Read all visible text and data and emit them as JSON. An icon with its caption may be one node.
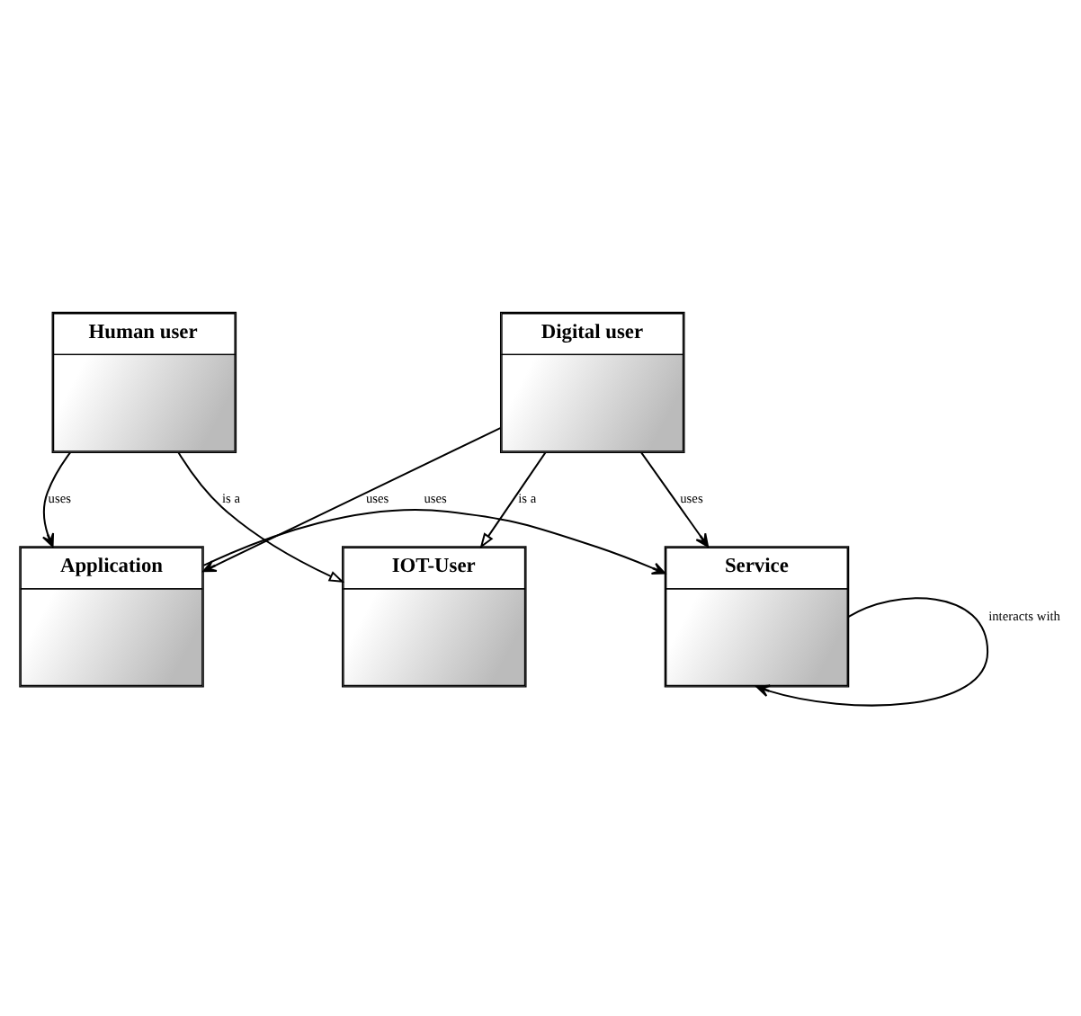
{
  "diagram": {
    "nodes": [
      {
        "text": [
          "IOT-User"
        ]
      },
      {
        "text": [
          "Digital user"
        ]
      },
      {
        "text": [
          "Human user"
        ]
      },
      {
        "text": [
          "Service"
        ]
      },
      {
        "text": [
          "Application"
        ]
      }
    ],
    "edges": [
      {
        "from": 1,
        "to": 0,
        "arrow": "to",
        "label": "is a"
      },
      {
        "from": 2,
        "to": 0,
        "arrow": "to",
        "label": "is a"
      },
      {
        "from": 1,
        "to": 3,
        "arrow": "to",
        "label": "uses"
      },
      {
        "from": 1,
        "to": 4,
        "arrow": "to",
        "label": "uses"
      },
      {
        "from": 2,
        "to": 4,
        "arrow": "to",
        "label": "uses"
      },
      {
        "from": 4,
        "to": 3,
        "arrow": "to",
        "label": "uses"
      },
      {
        "from": 3,
        "to": 3,
        "arrow": "to",
        "label": "interacts with"
      }
    ]
  }
}
